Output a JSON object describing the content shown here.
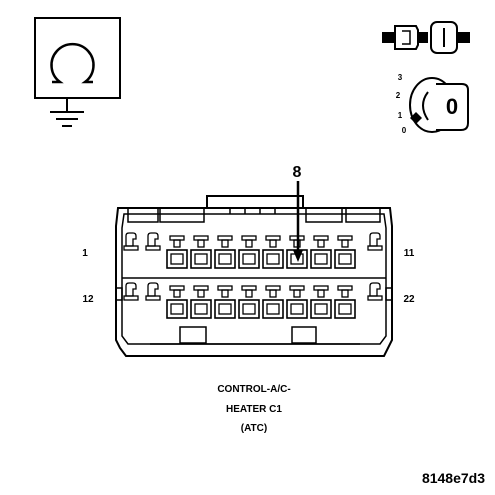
{
  "symbols": {
    "meter": "ohmmeter-symbol",
    "connector_icon": "connector-disconnect-icon",
    "ignition_icon": "ignition-key-off-icon"
  },
  "ignition": {
    "positions": [
      "3",
      "2",
      "1",
      "0"
    ],
    "key_label": "0"
  },
  "callout": {
    "pin": "8"
  },
  "pin_labels": {
    "top_left": "1",
    "top_right": "11",
    "bottom_left": "12",
    "bottom_right": "22"
  },
  "caption": {
    "line1": "CONTROL-A/C-",
    "line2": "HEATER C1",
    "line3": "(ATC)"
  },
  "figure_id": "8148e7d3"
}
